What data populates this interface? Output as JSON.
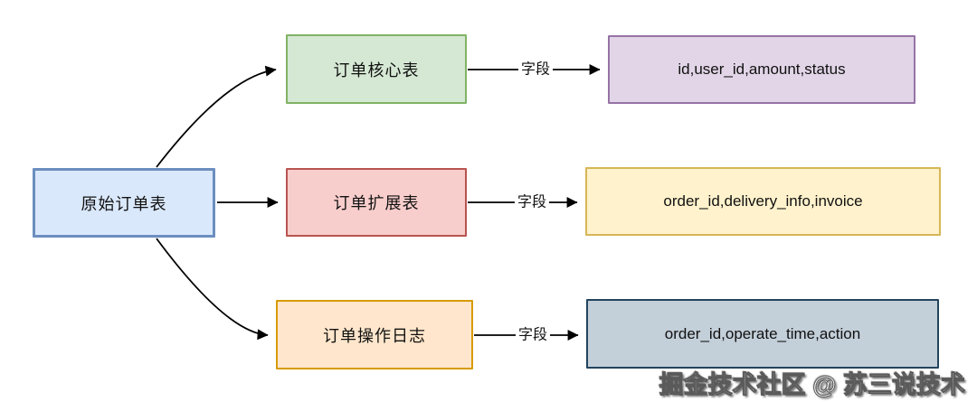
{
  "diagram": {
    "source": {
      "label": "原始订单表"
    },
    "rows": [
      {
        "table": "订单核心表",
        "edge_label": "字段",
        "fields": "id,user_id,amount,status"
      },
      {
        "table": "订单扩展表",
        "edge_label": "字段",
        "fields": "order_id,delivery_info,invoice"
      },
      {
        "table": "订单操作日志",
        "edge_label": "字段",
        "fields": "order_id,operate_time,action"
      }
    ]
  },
  "colors": {
    "source": {
      "fill": "#dae8fc",
      "stroke": "#6c8ebf"
    },
    "core": {
      "fill": "#d5e8d4",
      "stroke": "#82b366"
    },
    "ext": {
      "fill": "#f8cecc",
      "stroke": "#b85450"
    },
    "log": {
      "fill": "#ffe6cc",
      "stroke": "#d79b00"
    },
    "corefields": {
      "fill": "#e1d5e7",
      "stroke": "#9673a6"
    },
    "extfields": {
      "fill": "#fff2cc",
      "stroke": "#d6b656"
    },
    "logfields": {
      "fill": "#c3cfd9",
      "stroke": "#23445d"
    },
    "edge": {
      "stroke": "#000000"
    }
  },
  "watermark": {
    "text": "掘金技术社区 @ 苏三说技术"
  }
}
